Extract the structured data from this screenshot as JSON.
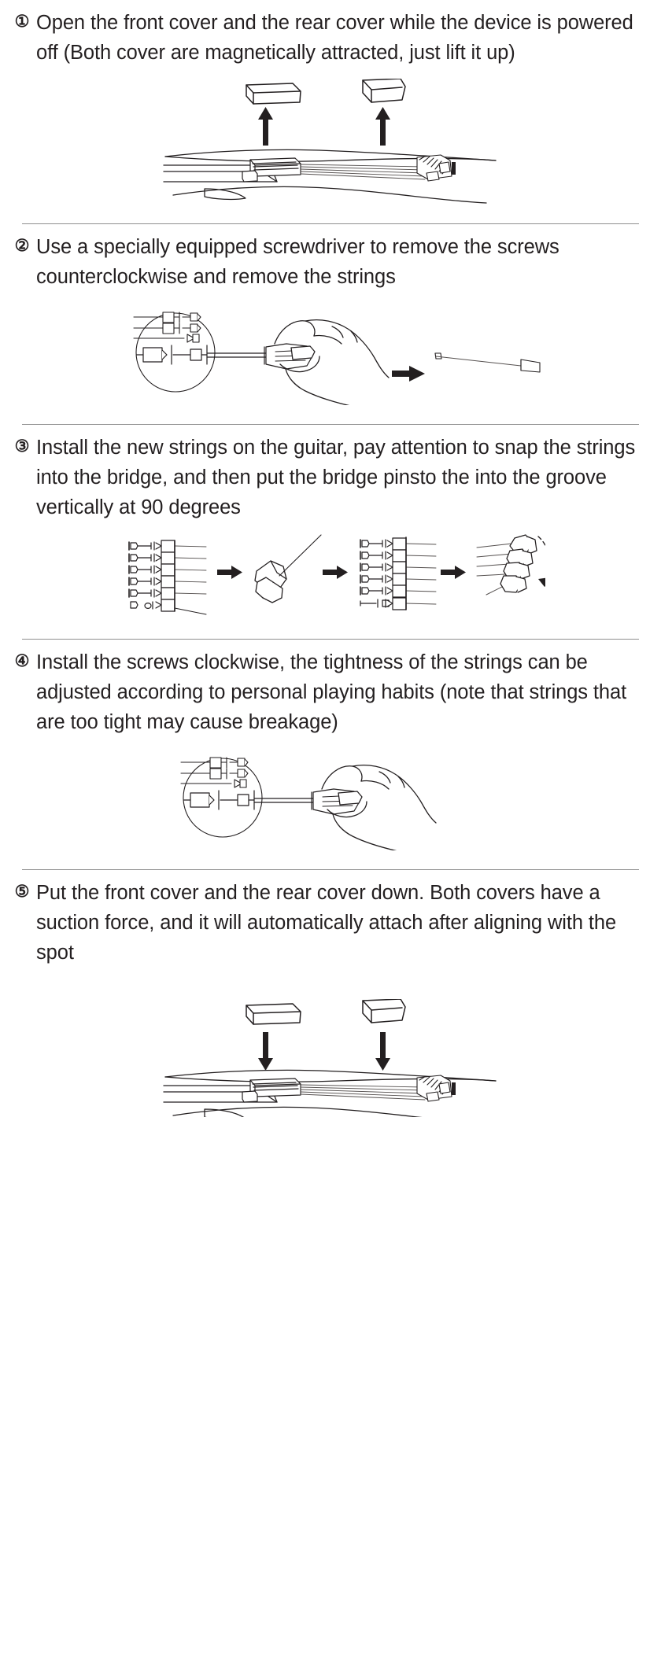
{
  "document": {
    "type": "instruction-manual",
    "title": "Guitar string replacement instructions",
    "background_color": "#ffffff",
    "text_color": "#231f20",
    "divider_color": "#8f8f8f",
    "line_art_color": "#231f20"
  },
  "steps": [
    {
      "number": "①",
      "number_plain": "1",
      "text": "Open the front cover and the rear cover while the device is powered off (Both cover are magnetically attracted, just lift it up)",
      "figure": {
        "name": "guitar-covers-lift-diagram",
        "description": "Guitar body in perspective with front and rear covers lifted upward, two up arrows",
        "arrow_direction": "up",
        "arrow_count": 2
      }
    },
    {
      "number": "②",
      "number_plain": "2",
      "text": "Use a specially equipped screwdriver to remove the screws counterclockwise and remove the strings",
      "figure": {
        "name": "screwdriver-remove-screws-diagram",
        "description": "Hand holding a screwdriver turning a screw inside a magnified circle, arrow pointing right to a removed string with ball end",
        "arrow_direction": "right",
        "arrow_count": 1
      }
    },
    {
      "number": "③",
      "number_plain": "3",
      "text": "Install the new strings on the guitar, pay attention to snap the strings into the bridge, and then put the bridge pinsto the into the groove vertically at 90 degrees",
      "figure": {
        "name": "install-strings-bridge-pins-diagram",
        "description": "Four panels separated by right arrows: six string anchors, a bridge pin close-up, six anchors with one pin inserted, and a rotating pin with curved arrow",
        "arrow_direction": "right",
        "arrow_count": 3,
        "panels": 4
      }
    },
    {
      "number": "④",
      "number_plain": "4",
      "text": "Install the screws clockwise, the tightness of the strings can be adjusted according to personal playing habits (note that strings that are too tight may cause breakage)",
      "figure": {
        "name": "screwdriver-tighten-screws-diagram",
        "description": "Hand holding a screwdriver tightening a screw inside a magnified circle",
        "arrow_direction": "none",
        "arrow_count": 0
      }
    },
    {
      "number": "⑤",
      "number_plain": "5",
      "text": "Put the front cover and the rear cover down. Both covers have a suction force, and it will automatically attach after aligning with the spot",
      "figure": {
        "name": "guitar-covers-close-diagram",
        "description": "Guitar body in perspective with front and rear covers lowered into place, two down arrows",
        "arrow_direction": "down",
        "arrow_count": 2
      }
    }
  ]
}
